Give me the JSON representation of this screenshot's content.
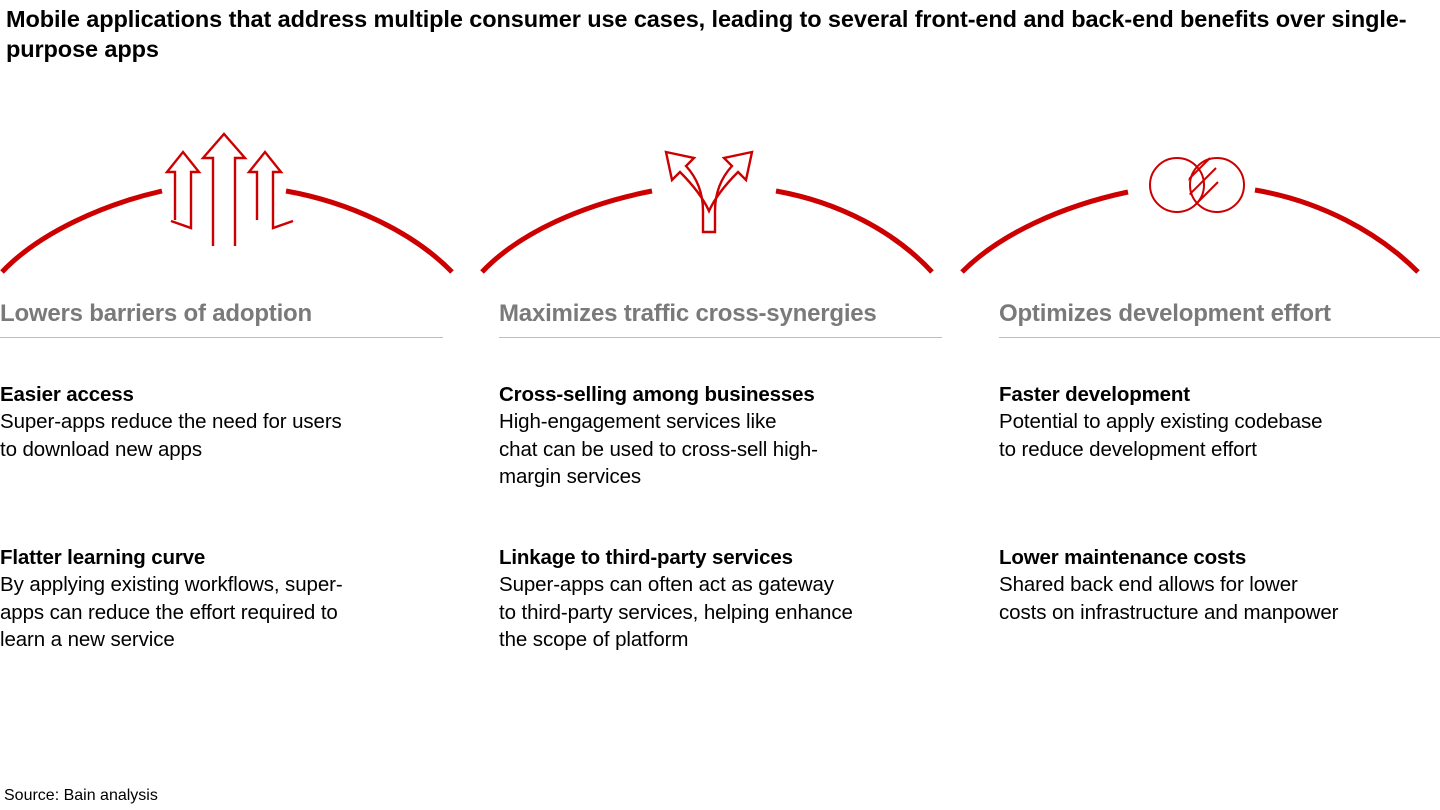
{
  "title": "Mobile applications that address multiple consumer use cases, leading to several front-end and back-end benefits over single-purpose apps",
  "colors": {
    "accent_red": "#CC0000",
    "heading_gray": "#7A7A7A",
    "rule_gray": "#BDBDBD",
    "text_black": "#000000",
    "background": "#FFFFFF"
  },
  "columns": [
    {
      "icon": "three-up-arrows-icon",
      "heading": "Lowers barriers of adoption",
      "blocks": [
        {
          "title": "Easier access",
          "body": "Super-apps reduce the need for users\nto download new apps"
        },
        {
          "title": "Flatter learning curve",
          "body": "By applying existing workflows, super-\napps can reduce the effort required to\nlearn a new service"
        }
      ]
    },
    {
      "icon": "forking-arrow-icon",
      "heading": "Maximizes traffic cross-synergies",
      "blocks": [
        {
          "title": "Cross-selling among businesses",
          "body": "High-engagement services like\nchat can be used to cross-sell high-\nmargin services"
        },
        {
          "title": "Linkage to third-party services",
          "body": "Super-apps can often act as gateway\nto third-party services, helping enhance\nthe scope of platform"
        }
      ]
    },
    {
      "icon": "venn-overlap-icon",
      "heading": "Optimizes development effort",
      "blocks": [
        {
          "title": "Faster development",
          "body": "Potential to apply existing codebase\nto reduce development effort"
        },
        {
          "title": "Lower maintenance costs",
          "body": "Shared back end allows for lower\ncosts on infrastructure and manpower"
        }
      ]
    }
  ],
  "source": "Source: Bain analysis"
}
